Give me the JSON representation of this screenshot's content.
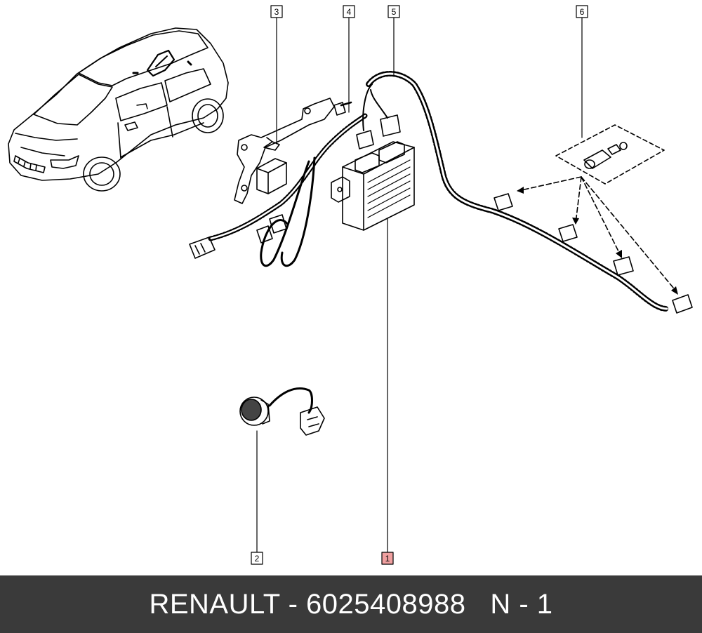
{
  "callouts": {
    "c1": "1",
    "c2": "2",
    "c3": "3",
    "c4": "4",
    "c5": "5",
    "c6": "6"
  },
  "footer": {
    "brand": "RENAULT",
    "separator": "-",
    "part_number": "6025408988",
    "page": "N - 1"
  },
  "colors": {
    "footer_bg": "#3a3a3a",
    "highlight_callout": "#f0a0a0"
  },
  "icons": [
    "car-icon",
    "bracket-icon",
    "control-unit-icon",
    "wiring-harness-icon",
    "sensor-icon",
    "button-icon"
  ]
}
